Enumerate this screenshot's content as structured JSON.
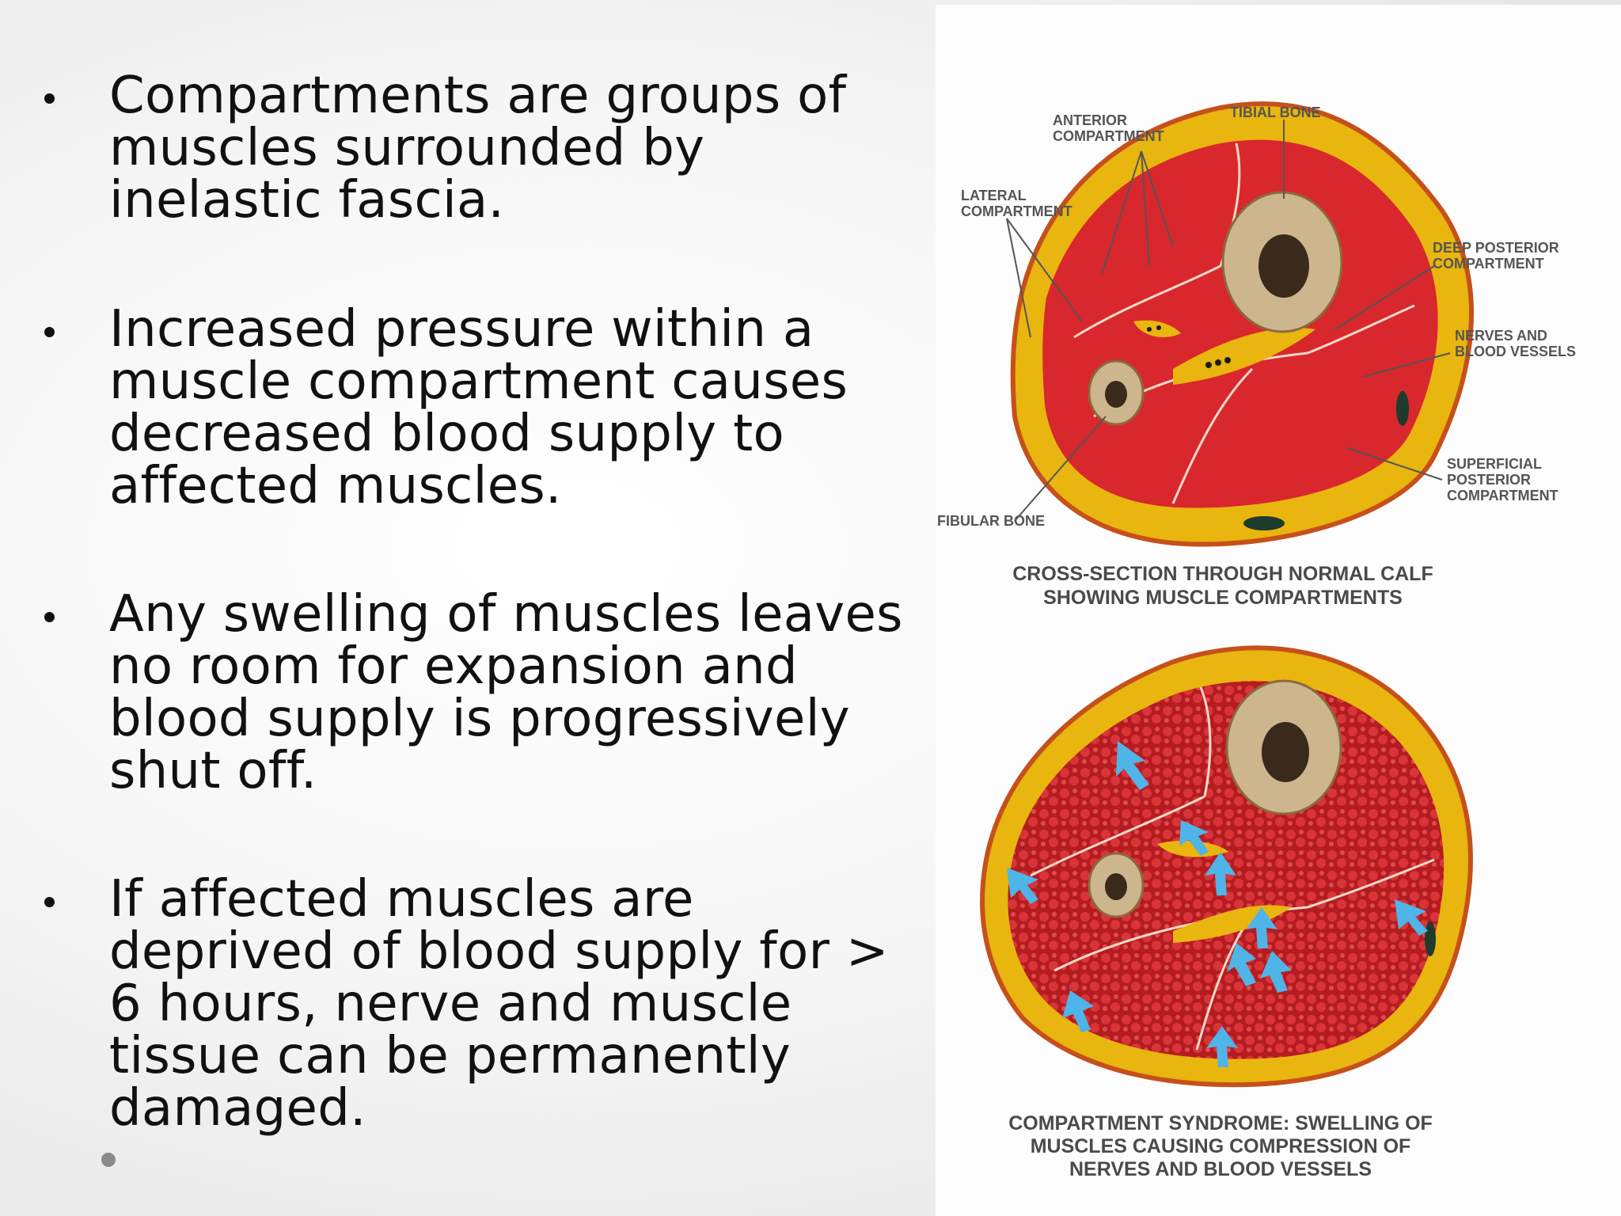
{
  "bullets": [
    "Compartments are groups of muscles surrounded by inelastic fascia.",
    "Increased pressure within a muscle compartment causes decreased blood supply to affected muscles.",
    "Any swelling of muscles leaves no room for expansion and blood supply is progressively shut off.",
    "If affected muscles are deprived of blood supply for > 6 hours, nerve and muscle tissue can be permanently damaged."
  ],
  "figure": {
    "labels": {
      "anterior_1": "ANTERIOR",
      "anterior_2": "COMPARTMENT",
      "tibial": "TIBIAL BONE",
      "lateral_1": "LATERAL",
      "lateral_2": "COMPARTMENT",
      "deep_posterior_1": "DEEP POSTERIOR",
      "deep_posterior_2": "COMPARTMENT",
      "nerves_1": "NERVES AND",
      "nerves_2": "BLOOD VESSELS",
      "superficial_1": "SUPERFICIAL",
      "superficial_2": "POSTERIOR",
      "superficial_3": "COMPARTMENT",
      "fibular": "FIBULAR BONE"
    },
    "caption_normal_1": "CROSS-SECTION THROUGH NORMAL CALF",
    "caption_normal_2": "SHOWING MUSCLE COMPARTMENTS",
    "caption_syndrome_1": "COMPARTMENT SYNDROME: SWELLING OF",
    "caption_syndrome_2": "MUSCLES CAUSING COMPRESSION OF",
    "caption_syndrome_3": "NERVES AND BLOOD VESSELS"
  },
  "colors": {
    "fascia": "#e9b50f",
    "fascia_edge": "#c6501a",
    "muscle": "#d9272e",
    "swollen_muscle": "#b51c20",
    "bone": "#cdb58e",
    "marrow": "#3a2a1c",
    "arrow": "#4fb4e8"
  }
}
